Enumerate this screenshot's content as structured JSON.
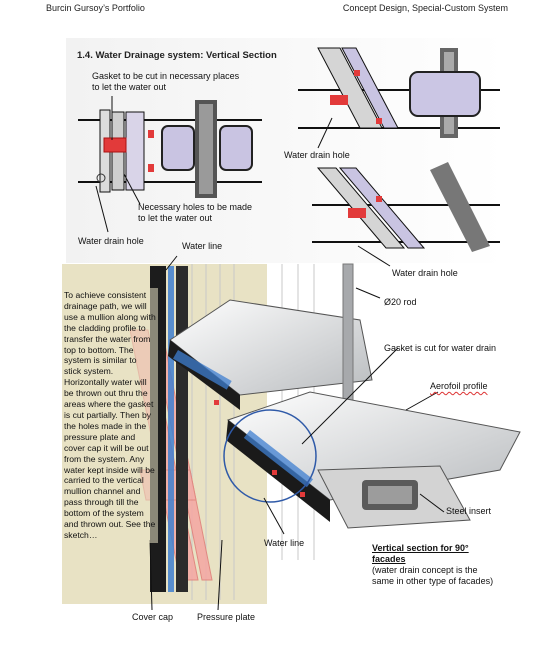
{
  "header": {
    "left": "Burcin Gursoy’s Portfolio",
    "right": "Concept Design, Special-Custom System"
  },
  "section_title": "1.4. Water Drainage system: Vertical Section",
  "labels": {
    "gasket_cut": "Gasket to be cut in necessary places to let the water out",
    "holes": "Necessary holes to be made to let the water out",
    "water_drain_hole_left": "Water drain hole",
    "water_drain_hole_top_right": "Water drain hole",
    "water_drain_hole_mid_right": "Water drain hole",
    "water_line_top": "Water line",
    "rod": "Ø20 rod",
    "gasket_water_drain": "Gasket is cut for water drain",
    "aerofoil": "Aerofoil profile",
    "steel_insert": "Steel insert",
    "water_line_bottom": "Water line",
    "cover_cap": "Cover cap",
    "pressure_plate": "Pressure plate"
  },
  "body_text": "To achieve consistent drainage path, we will use a mullion along with the cladding profile to transfer the water from top to bottom. The system is similar to stick system. Horizontally water will be thrown out thru the areas where the gasket is cut partially. Then by the holes made in the pressure plate and cover cap it will be out from the system. Any water kept inside will be carried to the vertical mullion channel and pass through till the bottom of the system and thrown out. See the sketch…",
  "caption": {
    "title": "Vertical section for 90° facades",
    "note": "(water drain concept is the same in other type of facades)"
  },
  "colors": {
    "water": "#3f7fd0",
    "gasket": "#e23a3a",
    "steel": "#8a8a8a",
    "background_panel": "#e8e2c4"
  }
}
